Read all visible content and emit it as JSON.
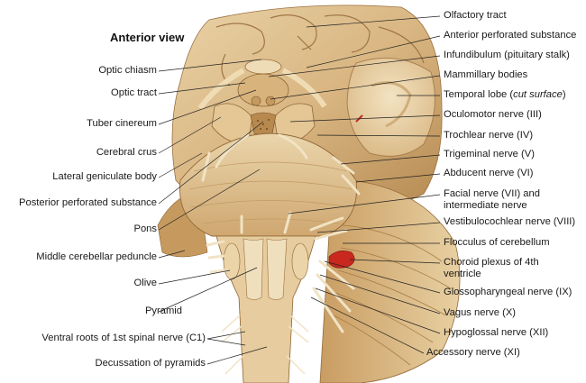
{
  "figure": {
    "view_title": "Anterior view",
    "labels_left": {
      "optic_chiasm": "Optic chiasm",
      "optic_tract": "Optic tract",
      "tuber_cinereum": "Tuber cinereum",
      "cerebral_crus": "Cerebral crus",
      "lateral_geniculate_body": "Lateral geniculate body",
      "posterior_perforated_substance": "Posterior perforated substance",
      "pons": "Pons",
      "middle_cerebellar_peduncle": "Middle cerebellar peduncle",
      "olive": "Olive",
      "pyramid": "Pyramid",
      "ventral_roots_c1": "Ventral roots of 1st spinal nerve (C1)",
      "decussation_of_pyramids": "Decussation of pyramids"
    },
    "labels_right": {
      "olfactory_tract": "Olfactory tract",
      "anterior_perforated_substance": "Anterior perforated substance",
      "infundibulum": "Infundibulum (pituitary stalk)",
      "mammillary_bodies": "Mammillary bodies",
      "temporal_lobe_prefix": "Temporal lobe (",
      "temporal_lobe_italic": "cut surface",
      "temporal_lobe_suffix": ")",
      "oculomotor_nerve": "Oculomotor nerve (III)",
      "trochlear_nerve": "Trochlear nerve (IV)",
      "trigeminal_nerve": "Trigeminal nerve (V)",
      "abducent_nerve": "Abducent nerve (VI)",
      "facial_nerve_line1": "Facial nerve (VII) and",
      "facial_nerve_line2": "intermediate nerve",
      "vestibulocochlear_nerve": "Vestibulocochlear nerve (VIII)",
      "flocculus": "Flocculus of cerebellum",
      "choroid_plexus_line1": "Choroid plexus of 4th",
      "choroid_plexus_line2": "ventricle",
      "glossopharyngeal_nerve": "Glossopharyngeal nerve (IX)",
      "vagus_nerve": "Vagus nerve (X)",
      "hypoglossal_nerve": "Hypoglossal nerve (XII)",
      "accessory_nerve": "Accessory nerve (XI)"
    },
    "colors": {
      "tissue_light": "#e9d2a6",
      "tissue_mid": "#d3ad75",
      "tissue_dark": "#a67c45",
      "tissue_shadow": "#7a5529",
      "choroid_red": "#c8281e",
      "leader_line": "#222222"
    }
  }
}
